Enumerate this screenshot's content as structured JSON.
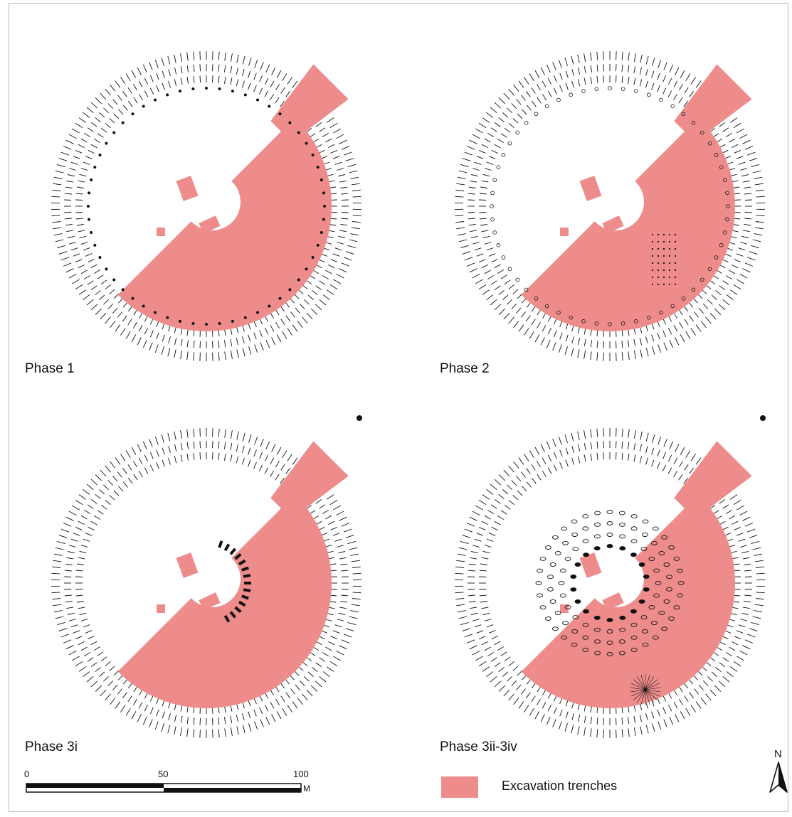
{
  "panels": [
    {
      "id": "phase-1",
      "label": "Phase 1",
      "features": "posts"
    },
    {
      "id": "phase-2",
      "label": "Phase 2",
      "features": "pits"
    },
    {
      "id": "phase-3i",
      "label": "Phase 3i",
      "features": "sarsens"
    },
    {
      "id": "phase-3ii-3iv",
      "label": "Phase 3ii-3iv",
      "features": "circles"
    }
  ],
  "scale_bar": {
    "ticks": [
      "0",
      "50",
      "100"
    ],
    "unit": "M"
  },
  "legend": {
    "label": "Excavation trenches",
    "color": "#ee8c8c"
  },
  "north_arrow": {
    "label": "N"
  },
  "colors": {
    "trench": "#ee8c8c",
    "ink": "#111111"
  }
}
